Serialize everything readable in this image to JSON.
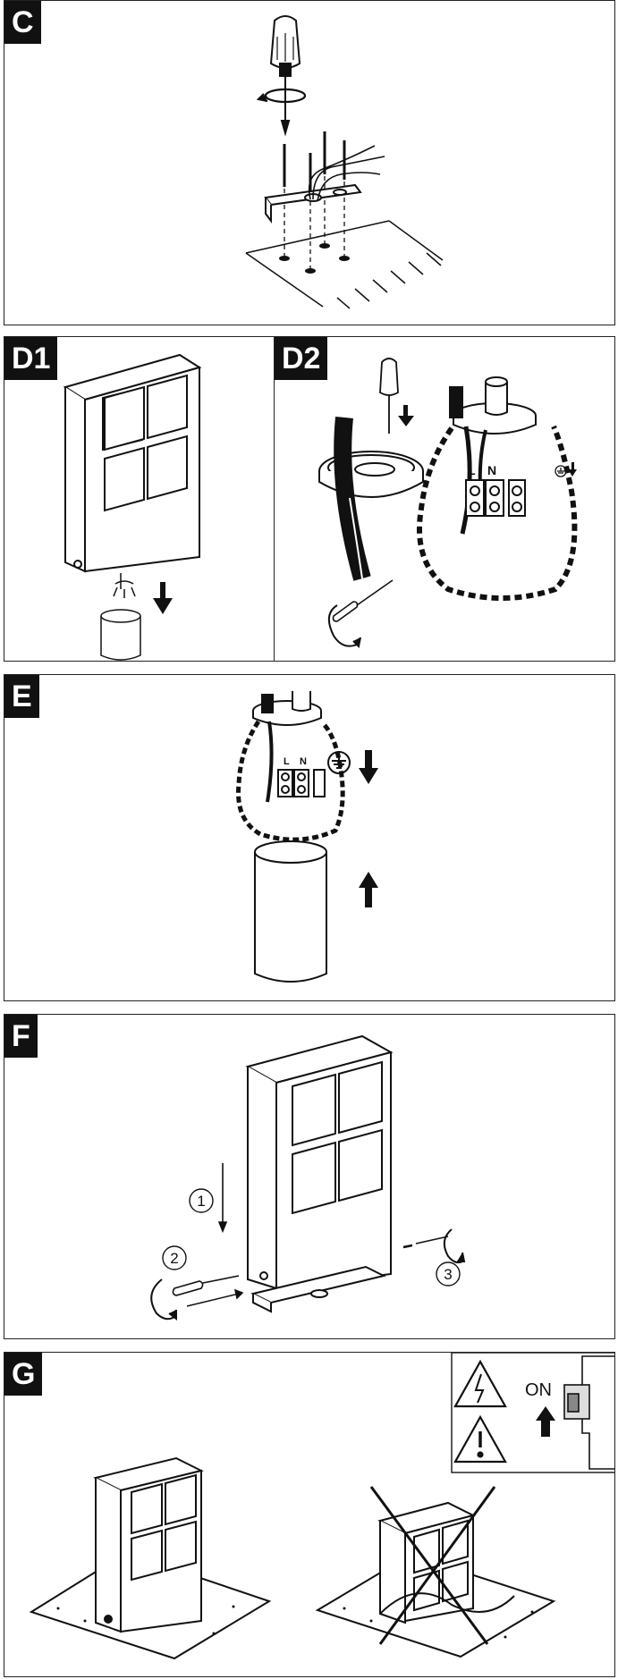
{
  "steps": {
    "c": {
      "label": "C"
    },
    "d1": {
      "label": "D1"
    },
    "d2": {
      "label": "D2",
      "terminal_l": "L",
      "terminal_n": "N"
    },
    "e": {
      "label": "E",
      "terminal_l": "L",
      "terminal_n": "N"
    },
    "f": {
      "label": "F",
      "callout_1": "1",
      "callout_2": "2",
      "callout_3": "3"
    },
    "g": {
      "label": "G",
      "power_label": "ON"
    }
  },
  "icons": {
    "screwdriver": "screwdriver-icon",
    "rotate": "rotate-arrow-icon",
    "arrow_down": "arrow-down-icon",
    "arrow_up": "arrow-up-icon",
    "ground": "ground-symbol-icon",
    "high_voltage": "high-voltage-warning-icon",
    "caution": "caution-warning-icon",
    "breaker": "circuit-breaker-icon"
  },
  "colors": {
    "ink": "#111111",
    "paper": "#ffffff",
    "frame": "#222222"
  }
}
